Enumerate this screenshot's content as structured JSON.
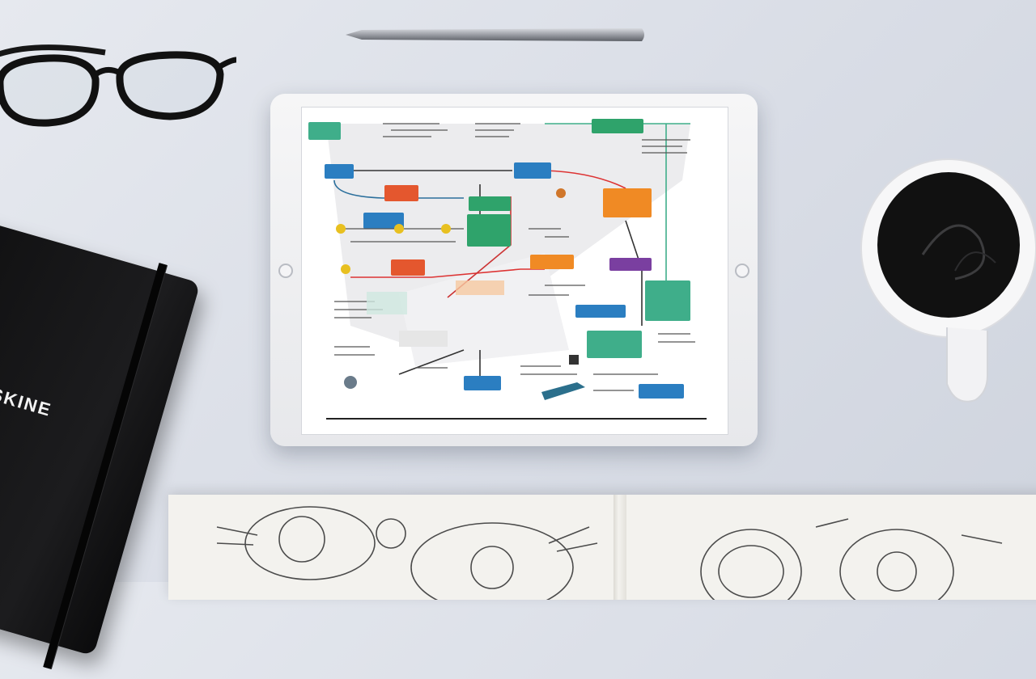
{
  "notebook": {
    "brand": "OLESKINE"
  },
  "tablet": {
    "diagram": {
      "nodes": [
        {
          "id": "n1",
          "color": "#3fae8a"
        },
        {
          "id": "n2",
          "color": "#2b7ec1"
        },
        {
          "id": "n3",
          "color": "#e4572e"
        },
        {
          "id": "n4",
          "color": "#2b7ec1"
        },
        {
          "id": "n5",
          "color": "#2fa36b"
        },
        {
          "id": "n6",
          "color": "#2fa36b"
        },
        {
          "id": "n7",
          "color": "#2b7ec1"
        },
        {
          "id": "n8",
          "color": "#e4572e"
        },
        {
          "id": "n9",
          "color": "#f08a24"
        },
        {
          "id": "n10",
          "color": "#f08a24"
        },
        {
          "id": "n11",
          "color": "#7a3fa0"
        },
        {
          "id": "n12",
          "color": "#2b7ec1"
        },
        {
          "id": "n13",
          "color": "#3fae8a"
        },
        {
          "id": "n14",
          "color": "#2b7ec1"
        },
        {
          "id": "n15",
          "color": "#3fae8a"
        },
        {
          "id": "n16",
          "color": "#2b7ec1"
        },
        {
          "id": "n17",
          "color": "#2fa36b"
        }
      ]
    }
  }
}
